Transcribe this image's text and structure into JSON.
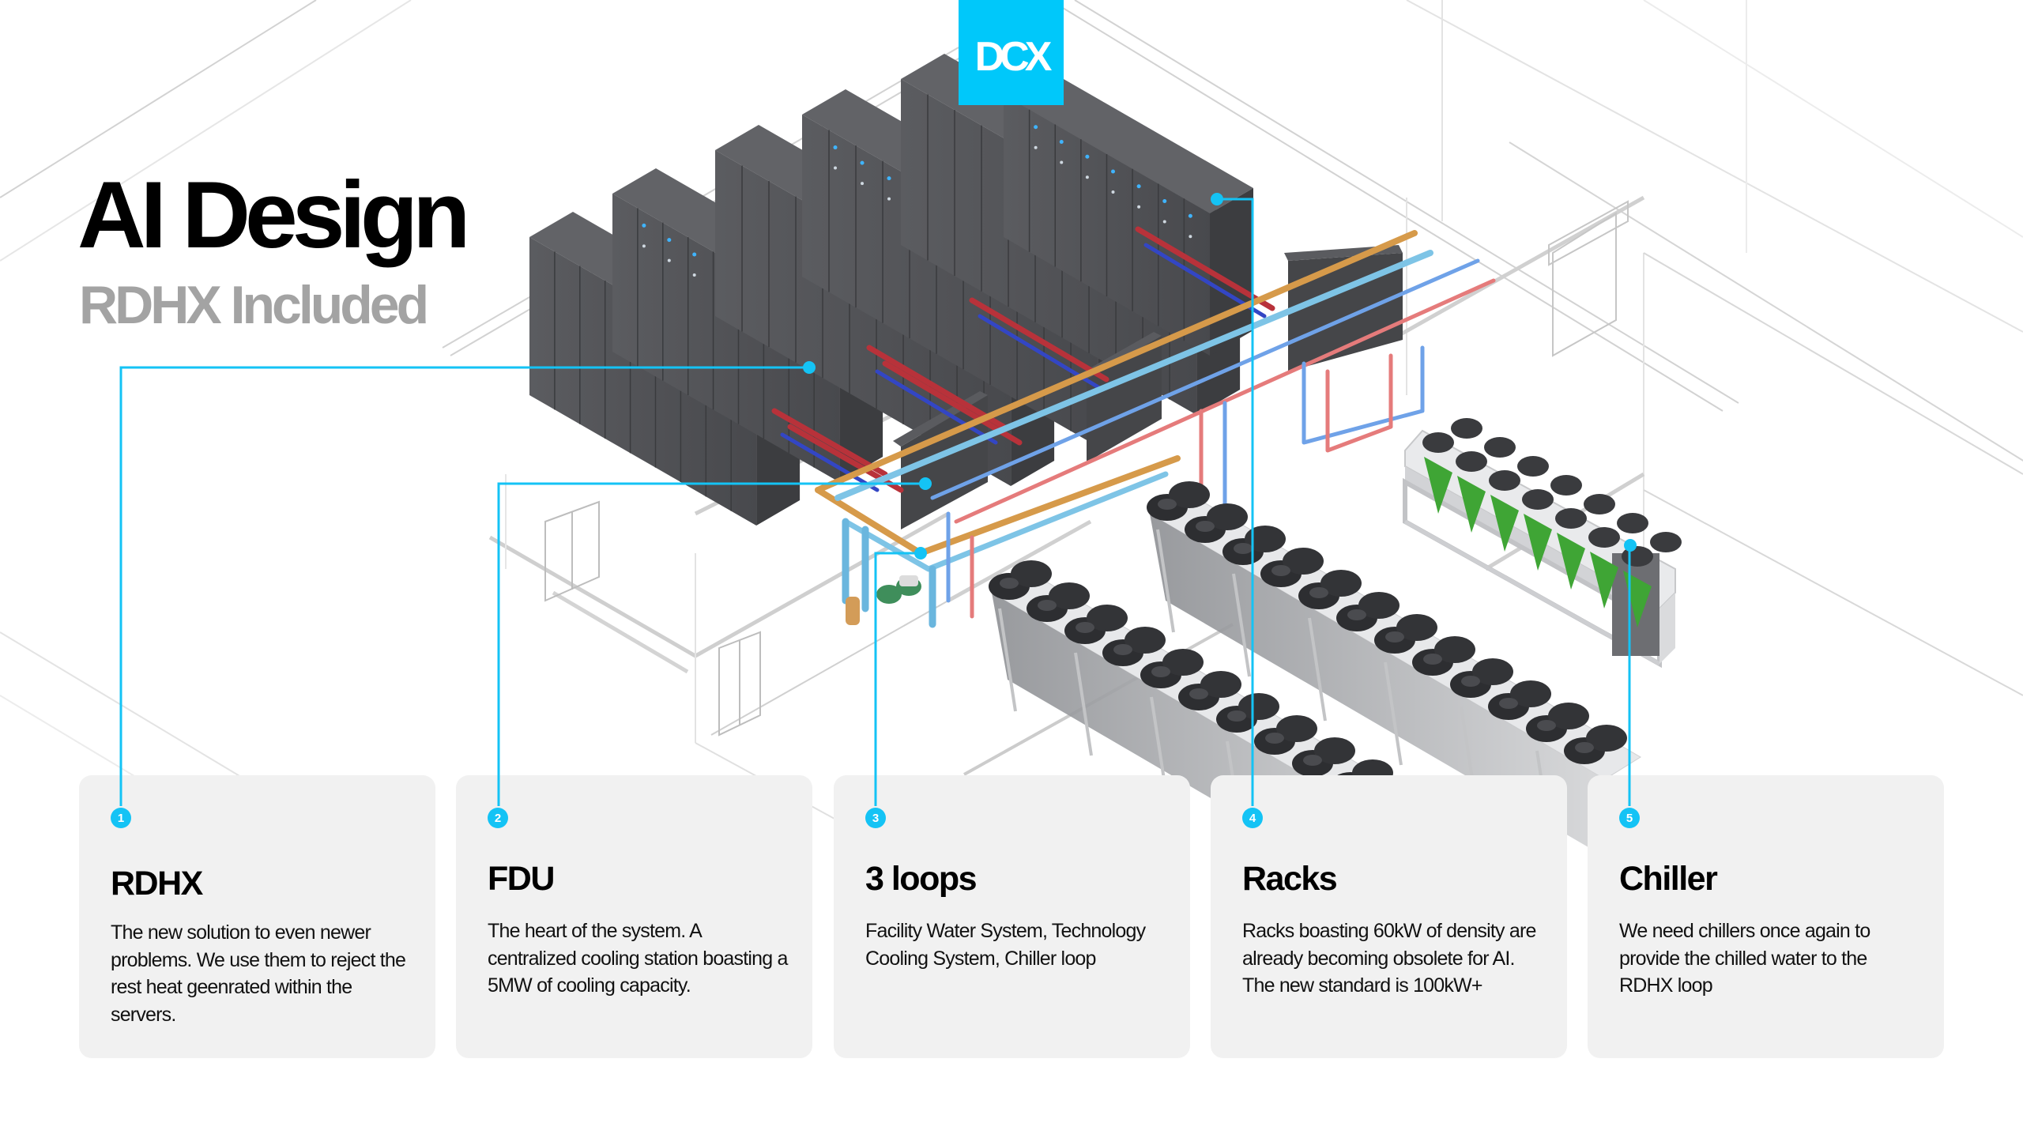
{
  "logo": {
    "text": "DCX",
    "color": "#00C8FA"
  },
  "header": {
    "title": "AI Design",
    "subtitle": "RDHX Included"
  },
  "colors": {
    "accent": "#14C3F5",
    "card_background": "#F1F1F1",
    "subtitle": "#A3A3A3",
    "hot_pipe": "#C0392B",
    "cold_pipe": "#3B5BD6",
    "chiller_green": "#3FA535"
  },
  "cards": [
    {
      "number": "1",
      "title": "RDHX",
      "body": "The new solution to even newer problems. We use them to reject the rest heat geenrated within the servers."
    },
    {
      "number": "2",
      "title": "FDU",
      "body": "The heart of the system. A centralized cooling station boasting a 5MW of cooling capacity."
    },
    {
      "number": "3",
      "title": "3 loops",
      "body": "Facility Water System, Technology Cooling System, Chiller loop"
    },
    {
      "number": "4",
      "title": "Racks",
      "body": "Racks boasting 60kW of density are already becoming obsolete for AI. The new standard is 100kW+"
    },
    {
      "number": "5",
      "title": "Chiller",
      "body": "We need chillers once again to provide the chilled water to the RDHX loop"
    }
  ],
  "illustration": {
    "components": [
      "rack-rows",
      "rdhx-doors",
      "fdu-units",
      "pipe-loops",
      "dry-coolers",
      "chiller",
      "pump-skid",
      "room-walls",
      "doors"
    ]
  }
}
